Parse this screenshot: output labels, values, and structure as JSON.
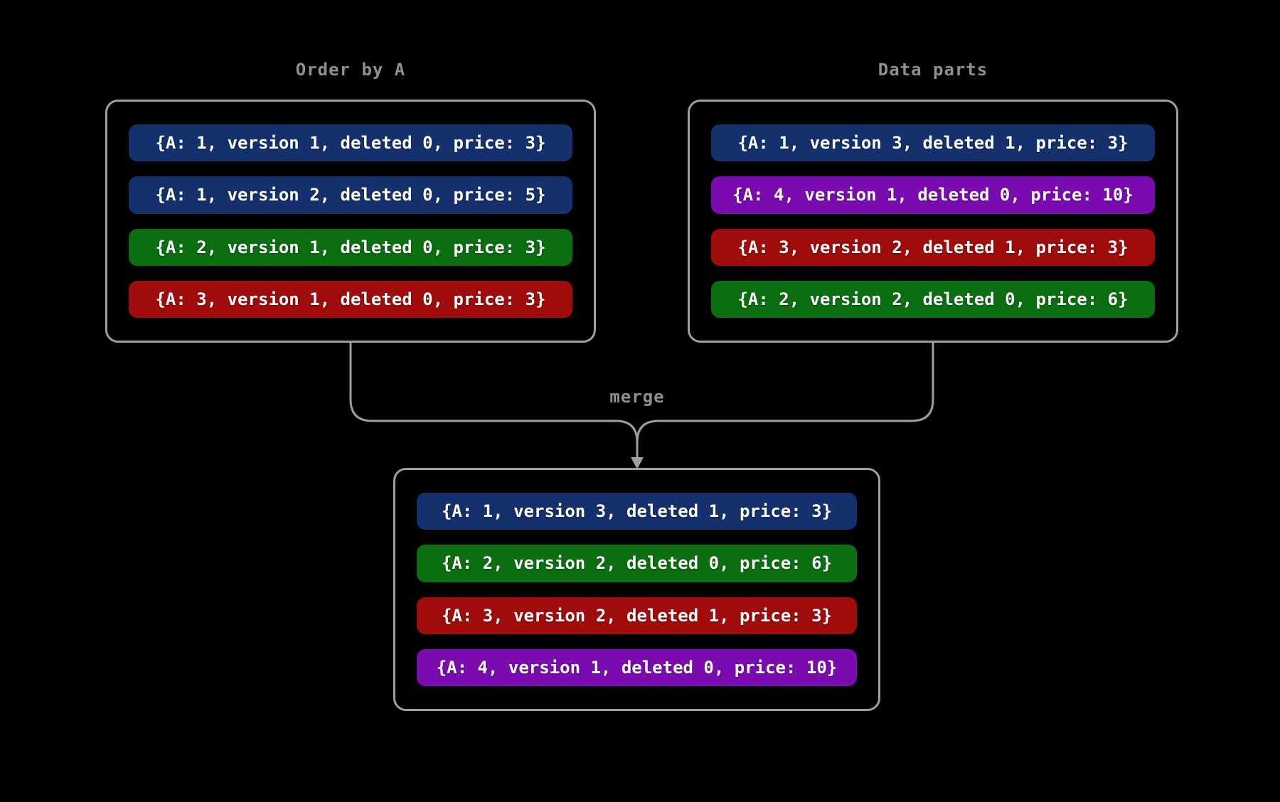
{
  "colors": {
    "background": "#000000",
    "line": "#9e9e9e",
    "title_text": "#8f8f8f",
    "row_text": "#ffffff",
    "blue": "#14316e",
    "green": "#0b6e11",
    "red": "#a00b0b",
    "purple": "#7a0bb0"
  },
  "merge_label": "merge",
  "panels": {
    "order_by_a": {
      "title": "Order by A",
      "rows": [
        {
          "text": "{A: 1, version 1, deleted 0, price: 3}",
          "color": "#14316e"
        },
        {
          "text": "{A: 1, version 2, deleted 0, price: 5}",
          "color": "#14316e"
        },
        {
          "text": "{A: 2, version 1, deleted 0, price: 3}",
          "color": "#0b6e11"
        },
        {
          "text": "{A: 3, version 1, deleted 0, price: 3}",
          "color": "#a00b0b"
        }
      ]
    },
    "data_parts": {
      "title": "Data parts",
      "rows": [
        {
          "text": "{A: 1, version 3, deleted 1, price: 3}",
          "color": "#14316e"
        },
        {
          "text": "{A: 4, version 1, deleted 0, price: 10}",
          "color": "#7a0bb0"
        },
        {
          "text": "{A: 3, version 2, deleted 1, price: 3}",
          "color": "#a00b0b"
        },
        {
          "text": "{A: 2, version 2, deleted 0, price: 6}",
          "color": "#0b6e11"
        }
      ]
    },
    "merged": {
      "rows": [
        {
          "text": "{A: 1, version 3, deleted 1, price: 3}",
          "color": "#14316e"
        },
        {
          "text": "{A: 2, version 2, deleted 0, price: 6}",
          "color": "#0b6e11"
        },
        {
          "text": "{A: 3, version 2, deleted 1, price: 3}",
          "color": "#a00b0b"
        },
        {
          "text": "{A: 4, version 1, deleted 0, price: 10}",
          "color": "#7a0bb0"
        }
      ]
    }
  }
}
